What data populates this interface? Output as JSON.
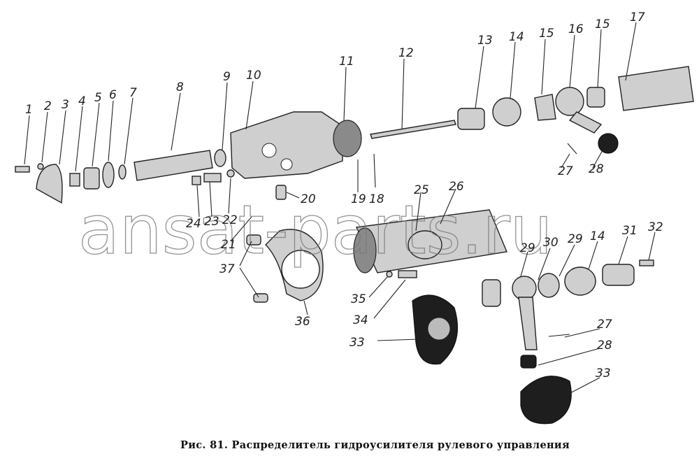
{
  "caption": "Рис. 81. Распределитель гидроусилителя рулевого управления",
  "watermark": "ansat-parts.ru",
  "callouts": [
    "1",
    "2",
    "3",
    "4",
    "5",
    "6",
    "7",
    "8",
    "9",
    "10",
    "11",
    "12",
    "13",
    "14",
    "15",
    "16",
    "15",
    "17",
    "18",
    "19",
    "20",
    "21",
    "22",
    "23",
    "24",
    "25",
    "26",
    "27",
    "28",
    "29",
    "30",
    "29",
    "14",
    "31",
    "32",
    "33",
    "34",
    "35",
    "36",
    "37",
    "27",
    "28",
    "33"
  ]
}
